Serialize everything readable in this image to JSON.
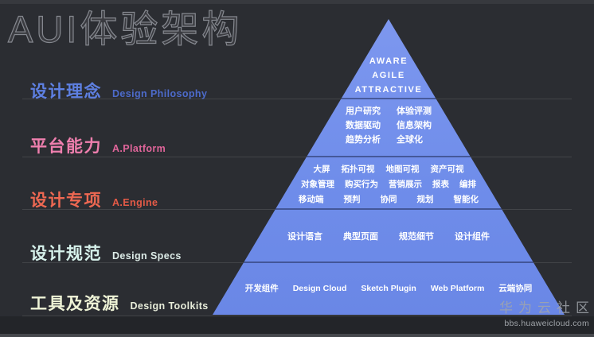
{
  "title": "AUI体验架构",
  "colors": {
    "background": "#2b2d32",
    "pyramid_blue": "#7190e9",
    "tier_divider": "#19214a",
    "label_design_philosophy": "#5e80e2",
    "label_platform": "#ef7fae",
    "label_engine": "#ee6852",
    "label_specs": "#d5f0ea",
    "label_toolkits": "#eef3d6",
    "pyramid_text": "#ffffff"
  },
  "left_labels": [
    {
      "zh": "设计理念",
      "en": "Design Philosophy"
    },
    {
      "zh": "平台能力",
      "en": "A.Platform"
    },
    {
      "zh": "设计专项",
      "en": "A.Engine"
    },
    {
      "zh": "设计规范",
      "en": "Design Specs"
    },
    {
      "zh": "工具及资源",
      "en": "Design Toolkits"
    }
  ],
  "pyramid": {
    "tier1": {
      "lines": [
        "AWARE",
        "AGILE",
        "ATTRACTIVE"
      ]
    },
    "tier2": {
      "col1": [
        "用户研究",
        "数据驱动",
        "趋势分析"
      ],
      "col2": [
        "体验评测",
        "信息架构",
        "全球化"
      ]
    },
    "tier3": {
      "row1": [
        "大屏",
        "拓扑可视",
        "地图可视",
        "资产可视"
      ],
      "row2": [
        "对象管理",
        "购买行为",
        "营销展示",
        "报表",
        "编排"
      ],
      "row3": [
        "移动端",
        "预判",
        "协同",
        "规划",
        "智能化"
      ]
    },
    "tier4": {
      "items": [
        "设计语言",
        "典型页面",
        "规范细节",
        "设计组件"
      ]
    },
    "tier5": {
      "items": [
        "开发组件",
        "Design Cloud",
        "Sketch Plugin",
        "Web Platform",
        "云端协同"
      ]
    }
  },
  "watermark": {
    "community": "华为云社区",
    "url": "bbs.huaweicloud.com"
  }
}
